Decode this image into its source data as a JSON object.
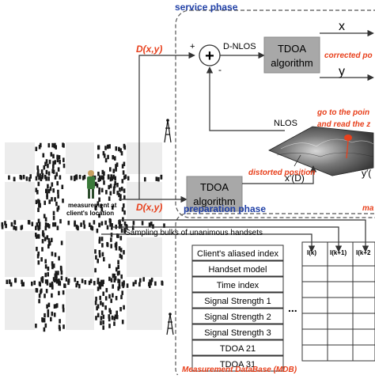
{
  "service_phase": {
    "title": "service phase",
    "dxy_label": "D(x,y)",
    "plus_sign": "+",
    "minus_sign": "-",
    "sum_symbol": "+",
    "dnlos_label": "D-NLOS",
    "tdoa_top": [
      "TDOA",
      "algorithm"
    ],
    "x_label": "x",
    "y_label": "y",
    "corrected_label": "corrected po",
    "go_to_point": [
      "go to the poin",
      "and read the z"
    ],
    "nlos_label": "NLOS",
    "xprime_label": "x′(D)",
    "yprime_label": "y′(",
    "tdoa_bottom": [
      "TDOA",
      "algorithm"
    ],
    "distorted_label": "distorted position",
    "dxy_lower": "D(x,y)"
  },
  "city": {
    "measurement_label": [
      "measurement at",
      "client's location"
    ]
  },
  "preparation_phase": {
    "title": "preparation phase",
    "ma_label": "ma",
    "sampling_label": "Sampling bulks of unanimous handsets",
    "db_rows": [
      "Client's aliased index",
      "Handset model",
      "Time index",
      "Signal Strength 1",
      "Signal Strength 2",
      "Signal Strength 3",
      "TDOA 21",
      "TDOA 31"
    ],
    "col_headers": [
      "I(k)",
      "I(k+1)",
      "I(k+2"
    ],
    "ellipsis": "...",
    "mdb_label": "Measurement DataBase (MDB)"
  },
  "colors": {
    "red_label": "#e8401c",
    "blue_title": "#1f3fa6",
    "box_gray": "#a8a8a8",
    "dashed_border": "#555555"
  }
}
